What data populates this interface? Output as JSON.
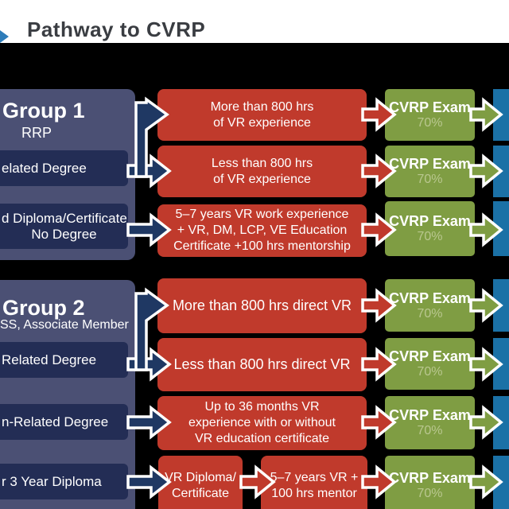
{
  "header": {
    "title": "Pathway to CVRP",
    "logo_icon": "partial-blue-logo"
  },
  "colors": {
    "background": "#000000",
    "header_band": "#ffffff",
    "title_text": "#3a3d42",
    "logo_blue": "#2e7cb9",
    "group_panel": "#4b5074",
    "source_box": "#232d55",
    "requirement_box": "#c03a2c",
    "exam_box": "#7f9d43",
    "exam_score_text": "#b9c78f",
    "next_step_marker": "#1b71a6",
    "arrow_navy": "#1f3863",
    "arrow_outline": "#ffffff"
  },
  "groups": [
    {
      "title": "Group 1",
      "subtitle": "RRP"
    },
    {
      "title": "Group 2",
      "subtitle": "SS, Associate Member"
    }
  ],
  "rows": [
    {
      "source_lines": [],
      "steps": [
        {
          "lines": [
            "More than 800 hrs",
            "of VR experience"
          ]
        }
      ],
      "exam": {
        "label": "CVRP Exam",
        "score": "70%"
      }
    },
    {
      "source_lines": [
        "elated Degree"
      ],
      "steps": [
        {
          "lines": [
            "Less than 800 hrs",
            "of VR experience"
          ]
        }
      ],
      "exam": {
        "label": "CVRP Exam",
        "score": "70%"
      }
    },
    {
      "source_lines": [
        "d Diploma/Certificate",
        "No Degree"
      ],
      "steps": [
        {
          "lines": [
            "5–7 years VR work experience",
            "+ VR, DM, LCP, VE Education",
            "Certificate +100 hrs mentorship"
          ]
        }
      ],
      "exam": {
        "label": "CVRP Exam",
        "score": "70%"
      }
    },
    {
      "source_lines": [],
      "steps": [
        {
          "lines": [
            "More than 800 hrs direct VR"
          ]
        }
      ],
      "exam": {
        "label": "CVRP Exam",
        "score": "70%"
      }
    },
    {
      "source_lines": [
        "Related Degree"
      ],
      "steps": [
        {
          "lines": [
            "Less than 800 hrs direct VR"
          ]
        }
      ],
      "exam": {
        "label": "CVRP Exam",
        "score": "70%"
      }
    },
    {
      "source_lines": [
        "n-Related Degree"
      ],
      "steps": [
        {
          "lines": [
            "Up to 36 months VR",
            "experience with or without",
            "VR education certificate"
          ]
        }
      ],
      "exam": {
        "label": "CVRP Exam",
        "score": "70%"
      }
    },
    {
      "source_lines": [
        "r 3 Year Diploma"
      ],
      "steps": [
        {
          "lines": [
            "VR Diploma/",
            "Certificate"
          ]
        },
        {
          "lines": [
            "5–7 years VR +",
            "100 hrs mentor"
          ]
        }
      ],
      "exam": {
        "label": "CVRP Exam",
        "score": "70%"
      }
    }
  ]
}
